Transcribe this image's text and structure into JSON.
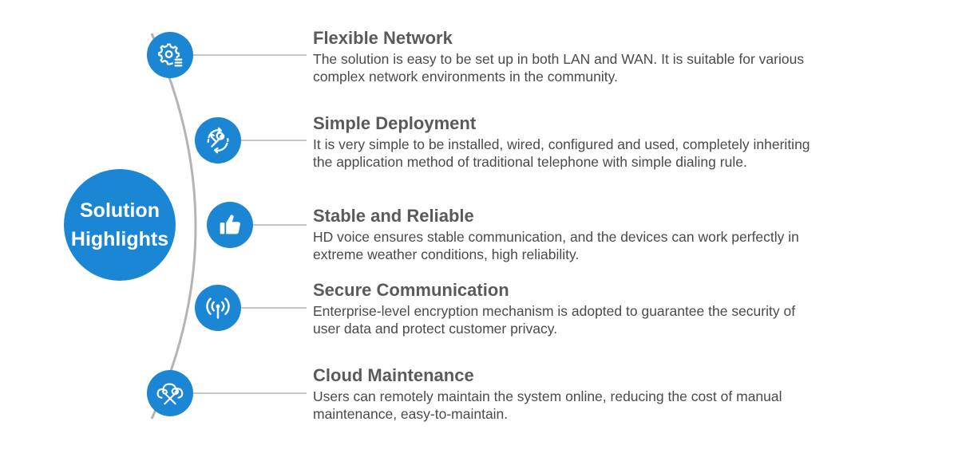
{
  "hub": {
    "line1": "Solution",
    "line2": "Highlights"
  },
  "items": [
    {
      "icon": "gear-list-icon",
      "title": "Flexible Network",
      "desc1": "The solution is easy to be set up in both LAN and WAN. It is suitable for various",
      "desc2": "complex network environments in the community."
    },
    {
      "icon": "wrench-cycle-icon",
      "title": "Simple Deployment",
      "desc1": "It is very simple to be installed, wired, configured and used, completely inheriting",
      "desc2": "the application method of traditional telephone with simple dialing rule."
    },
    {
      "icon": "thumbs-up-icon",
      "title": "Stable and Reliable",
      "desc1": "HD voice ensures stable communication, and the devices can work perfectly in",
      "desc2": "extreme weather conditions, high reliability."
    },
    {
      "icon": "signal-antenna-icon",
      "title": "Secure Communication",
      "desc1": "Enterprise-level encryption mechanism is adopted to guarantee the security of",
      "desc2": "user data and protect customer privacy."
    },
    {
      "icon": "cloud-tools-icon",
      "title": "Cloud Maintenance",
      "desc1": "Users can remotely maintain the system online, reducing the cost of manual",
      "desc2": "maintenance, easy-to-maintain."
    }
  ],
  "colors": {
    "accent": "#1b86d4",
    "line": "#b4b4b4",
    "text": "#4a4a4a"
  }
}
